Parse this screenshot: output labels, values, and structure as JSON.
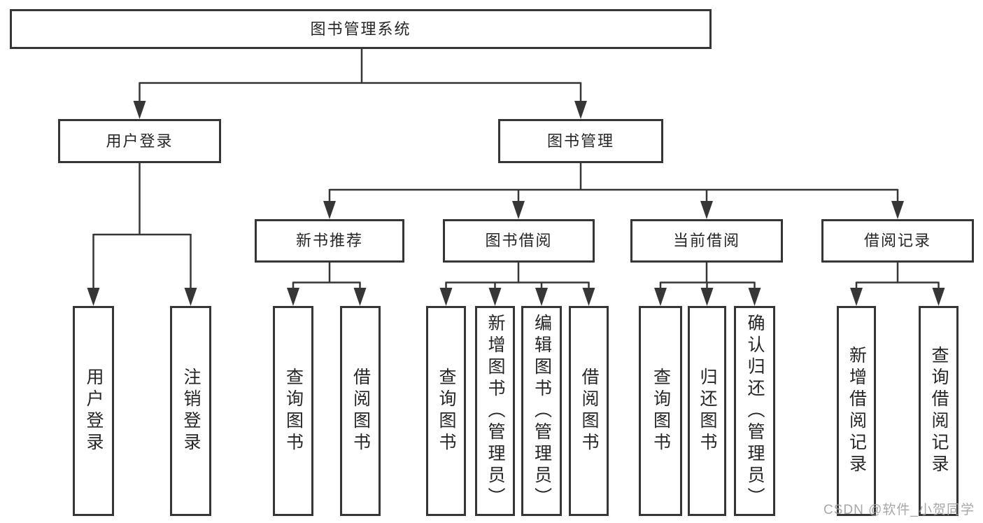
{
  "watermark": "CSDN @软件_小贺同学",
  "colors": {
    "line": "#363636",
    "text": "#262626",
    "background": "#ffffff",
    "watermark": "#9e9e9e"
  },
  "tree": {
    "label": "图书管理系统",
    "children": [
      {
        "label": "用户登录",
        "children": [
          {
            "label": "用户登录"
          },
          {
            "label": "注销登录"
          }
        ]
      },
      {
        "label": "图书管理",
        "children": [
          {
            "label": "新书推荐",
            "children": [
              {
                "label": "查询图书"
              },
              {
                "label": "借阅图书"
              }
            ]
          },
          {
            "label": "图书借阅",
            "children": [
              {
                "label": "查询图书"
              },
              {
                "label": "新增图书（管理员）"
              },
              {
                "label": "编辑图书（管理员）"
              },
              {
                "label": "借阅图书"
              }
            ]
          },
          {
            "label": "当前借阅",
            "children": [
              {
                "label": "查询图书"
              },
              {
                "label": "归还图书"
              },
              {
                "label": "确认归还（管理员）"
              }
            ]
          },
          {
            "label": "借阅记录",
            "children": [
              {
                "label": "新增借阅记录"
              },
              {
                "label": "查询借阅记录"
              }
            ]
          }
        ]
      }
    ]
  }
}
